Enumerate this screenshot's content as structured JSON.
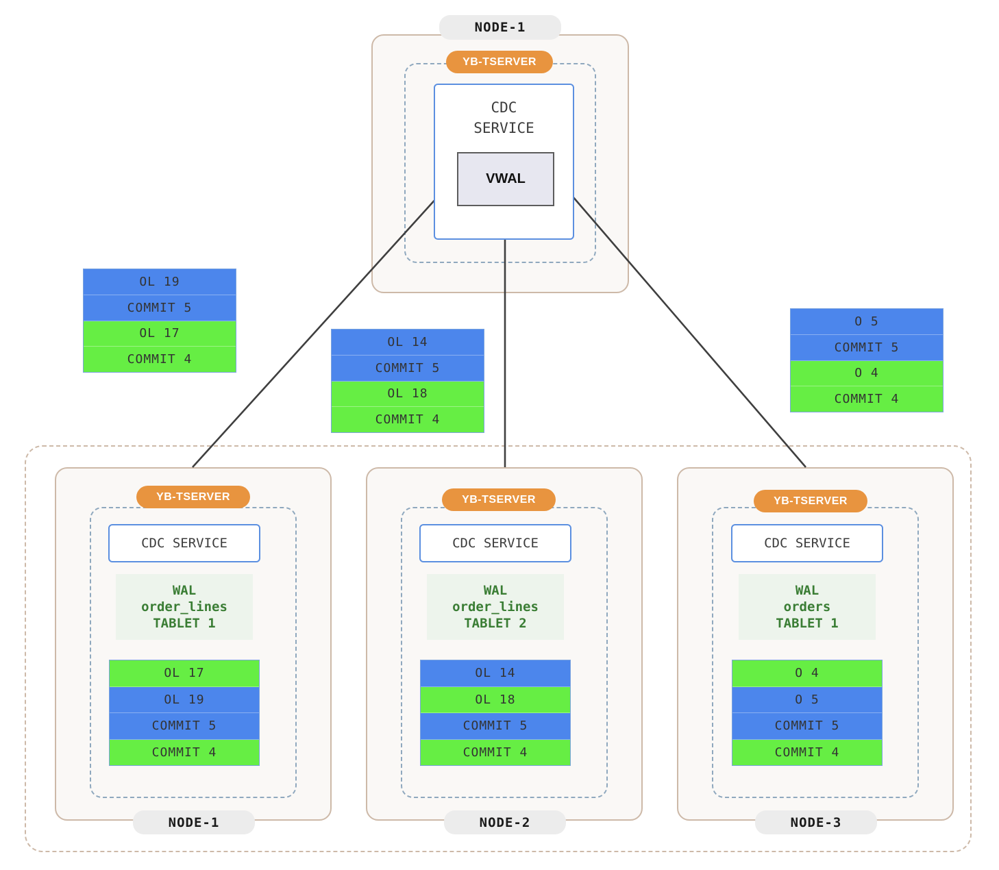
{
  "top_node": {
    "node_label": "NODE-1",
    "tserver_label": "YB-TSERVER",
    "cdc_label": "CDC\nSERVICE",
    "cdc_line1": "CDC",
    "cdc_line2": "SERVICE",
    "vwal_label": "VWAL"
  },
  "floating_stacks": [
    {
      "id": "stack-left",
      "records": [
        {
          "text": "OL 19",
          "color": "blue"
        },
        {
          "text": "COMMIT 5",
          "color": "blue"
        },
        {
          "text": "OL 17",
          "color": "green"
        },
        {
          "text": "COMMIT 4",
          "color": "green"
        }
      ]
    },
    {
      "id": "stack-middle",
      "records": [
        {
          "text": "OL 14",
          "color": "blue"
        },
        {
          "text": "COMMIT 5",
          "color": "blue"
        },
        {
          "text": "OL 18",
          "color": "green"
        },
        {
          "text": "COMMIT 4",
          "color": "green"
        }
      ]
    },
    {
      "id": "stack-right",
      "records": [
        {
          "text": "O 5",
          "color": "blue"
        },
        {
          "text": "COMMIT 5",
          "color": "blue"
        },
        {
          "text": "O 4",
          "color": "green"
        },
        {
          "text": "COMMIT 4",
          "color": "green"
        }
      ]
    }
  ],
  "cluster_nodes": [
    {
      "node_label": "NODE-1",
      "tserver_label": "YB-TSERVER",
      "cdc_label": "CDC SERVICE",
      "wal_line1": "WAL",
      "wal_line2": "order_lines",
      "wal_line3": "TABLET 1",
      "records": [
        {
          "text": "OL 17",
          "color": "green"
        },
        {
          "text": "OL 19",
          "color": "blue"
        },
        {
          "text": "COMMIT 5",
          "color": "blue"
        },
        {
          "text": "COMMIT 4",
          "color": "green"
        }
      ]
    },
    {
      "node_label": "NODE-2",
      "tserver_label": "YB-TSERVER",
      "cdc_label": "CDC SERVICE",
      "wal_line1": "WAL",
      "wal_line2": "order_lines",
      "wal_line3": "TABLET 2",
      "records": [
        {
          "text": "OL 14",
          "color": "blue"
        },
        {
          "text": "OL 18",
          "color": "green"
        },
        {
          "text": "COMMIT 5",
          "color": "blue"
        },
        {
          "text": "COMMIT 4",
          "color": "green"
        }
      ]
    },
    {
      "node_label": "NODE-3",
      "tserver_label": "YB-TSERVER",
      "cdc_label": "CDC SERVICE",
      "wal_line1": "WAL",
      "wal_line2": "orders",
      "wal_line3": "TABLET 1",
      "records": [
        {
          "text": "O 4",
          "color": "green"
        },
        {
          "text": "O 5",
          "color": "blue"
        },
        {
          "text": "COMMIT 5",
          "color": "blue"
        },
        {
          "text": "COMMIT 4",
          "color": "green"
        }
      ]
    }
  ],
  "colors": {
    "record_blue": "#4C86EC",
    "record_green": "#66EE44",
    "tserver_orange": "#E8943F",
    "node_chip_gray": "#ECECEC",
    "panel_border_tan": "#CDB9A8",
    "panel_fill": "#FAF8F6",
    "cdc_border_blue": "#5B8FE0",
    "wal_fill": "#EDF4EC",
    "wal_text": "#3A7D34",
    "vwal_fill": "#E7E7F0",
    "vwal_border": "#5C5C5C",
    "arrow": "#3F3F3F",
    "tserver_dash": "#8FA8BE"
  }
}
